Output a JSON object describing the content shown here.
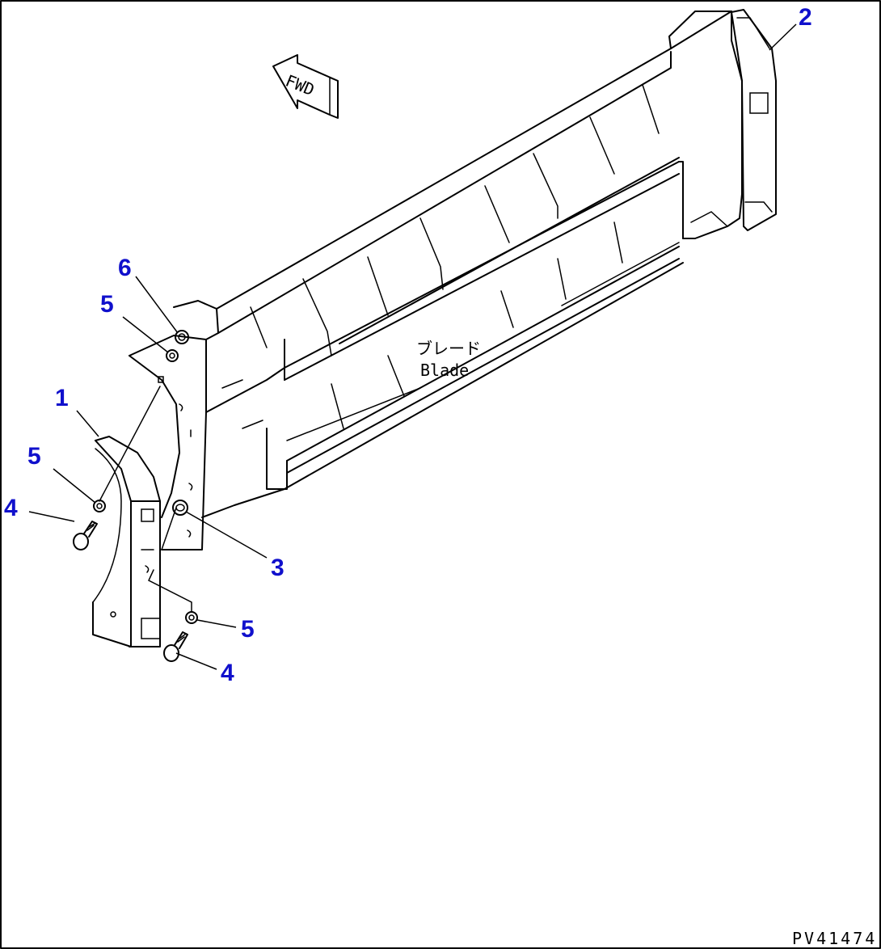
{
  "callouts": {
    "c1": "1",
    "c2": "2",
    "c3": "3",
    "c4a": "4",
    "c4b": "4",
    "c5a": "5",
    "c5b": "5",
    "c5c": "5",
    "c6": "6"
  },
  "labels": {
    "fwd": "FWD",
    "blade_jp": "ブレード",
    "blade_en": "Blade"
  },
  "drawing_code": "PV41474",
  "colors": {
    "callout": "#1010cc",
    "line": "#000000",
    "background": "#ffffff"
  }
}
